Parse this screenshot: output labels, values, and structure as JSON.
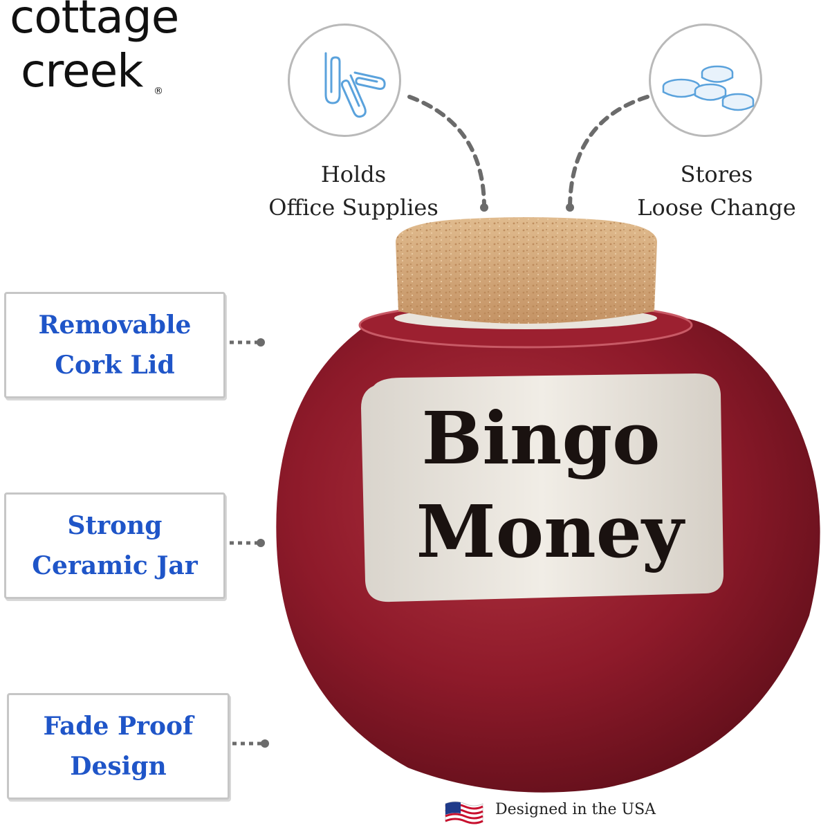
{
  "brand": {
    "line1": "cottage",
    "line2": "creek",
    "registered": "®"
  },
  "top_features": [
    {
      "line1": "Holds",
      "line2": "Office Supplies",
      "icon": "paperclip-icon"
    },
    {
      "line1": "Stores",
      "line2": "Loose Change",
      "icon": "coins-icon"
    }
  ],
  "side_features": [
    {
      "text": "Removable\nCork Lid"
    },
    {
      "text": "Strong\nCeramic Jar"
    },
    {
      "text": "Fade Proof\nDesign"
    }
  ],
  "jar": {
    "label_line1": "Bingo",
    "label_line2": "Money"
  },
  "origin": {
    "text": "Designed in the USA",
    "icon": "us-flag-icon"
  },
  "colors": {
    "feature_text": "#1f55c8",
    "jar_red": "#8e1a2a",
    "cork": "#d3a97a"
  }
}
